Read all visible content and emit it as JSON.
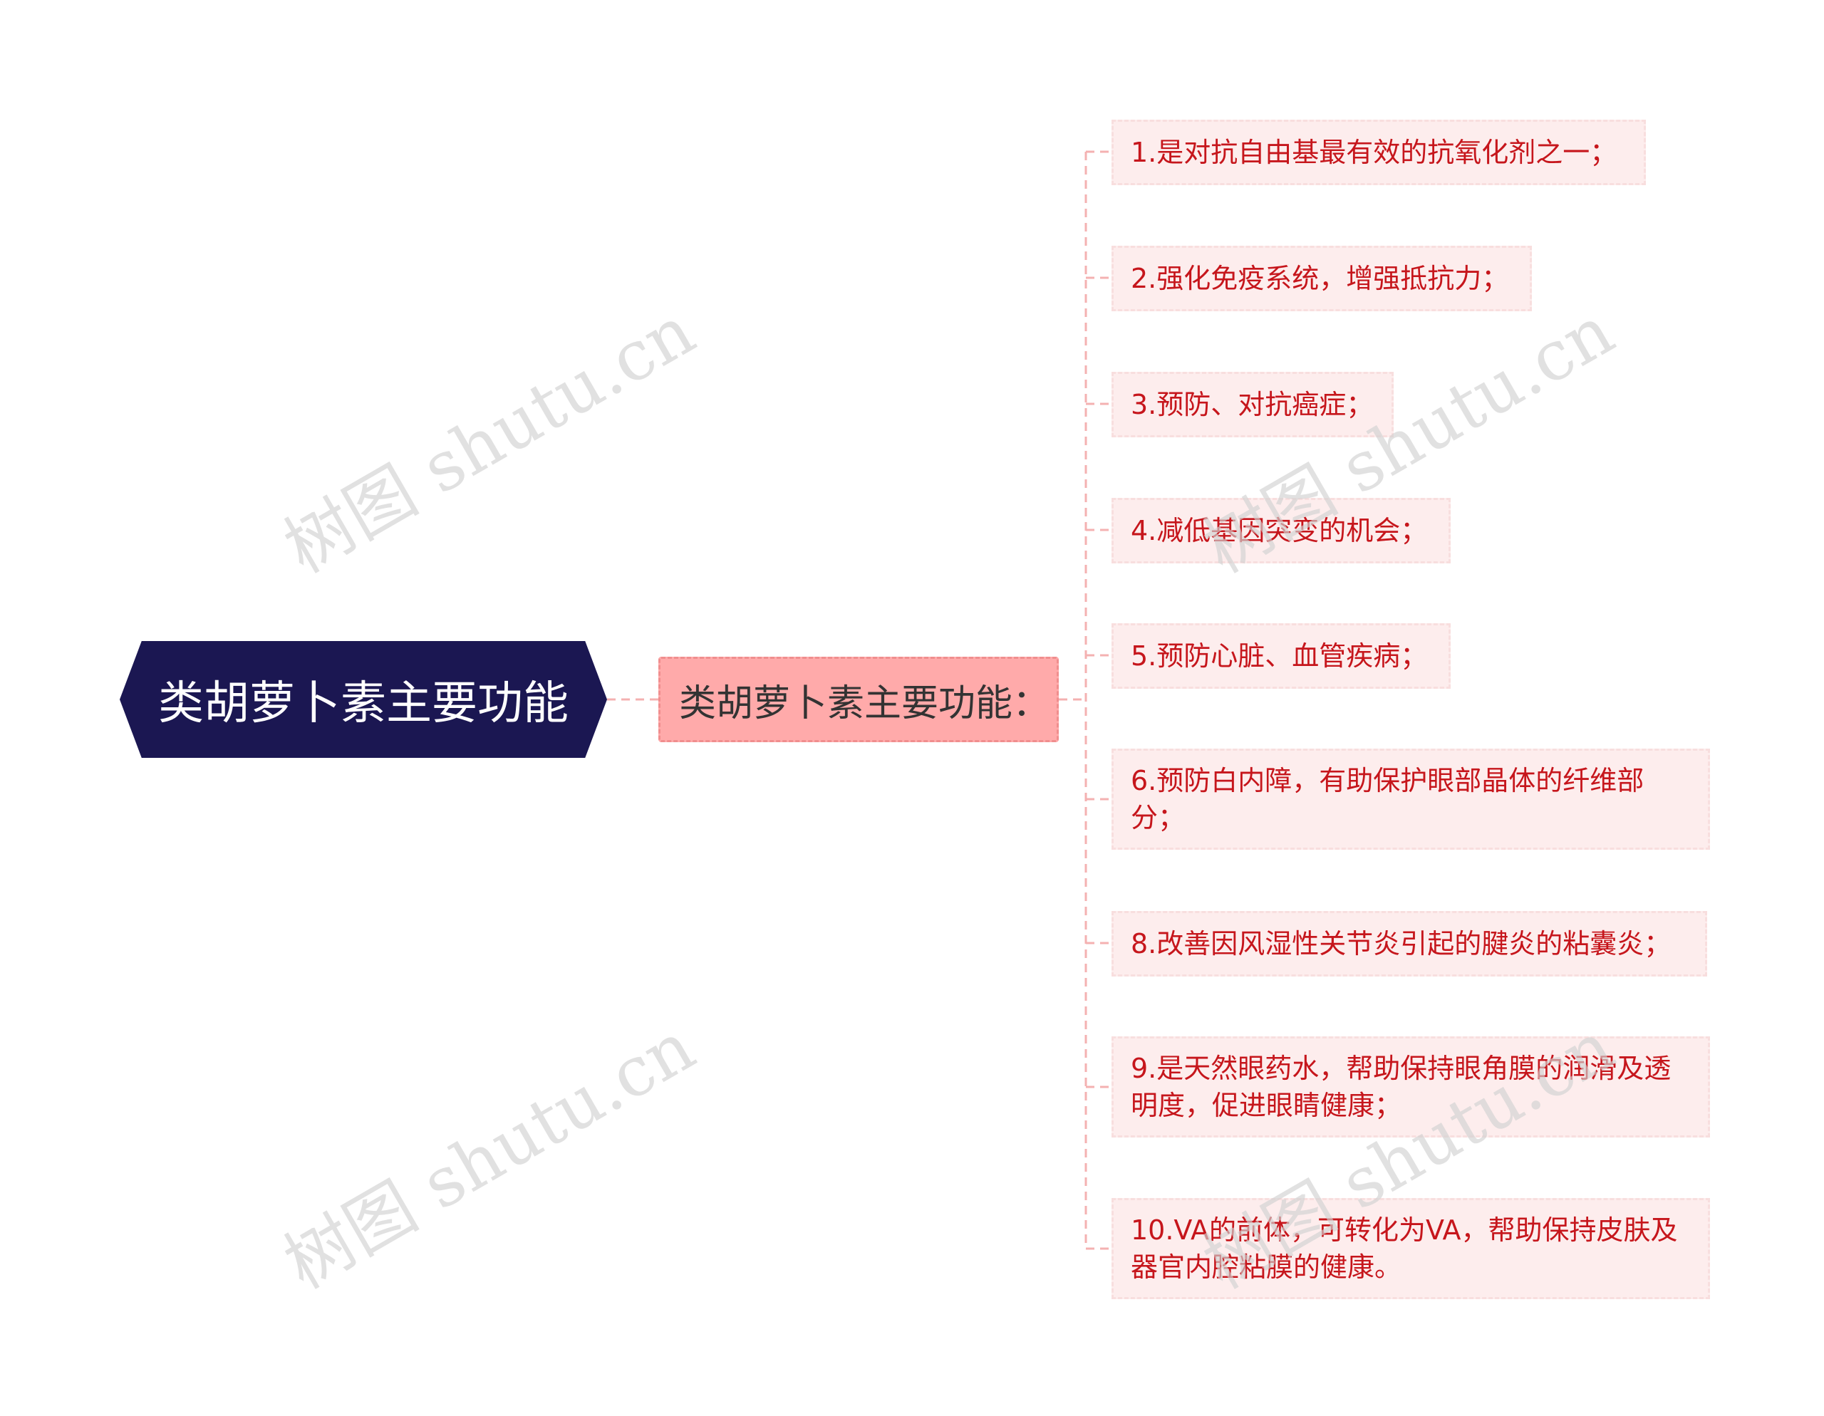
{
  "root": {
    "label": "类胡萝卜素主要功能"
  },
  "branch": {
    "label": "类胡萝卜素主要功能："
  },
  "leaves": [
    "1.是对抗自由基最有效的抗氧化剂之一；",
    "2.强化免疫系统，增强抵抗力；",
    "3.预防、对抗癌症；",
    "4.减低基因突变的机会；",
    "5.预防心脏、血管疾病；",
    "6.预防白内障，有助保护眼部晶体的纤维部分；",
    "8.改善因风湿性关节炎引起的腱炎的粘囊炎；",
    "9.是天然眼药水，帮助保持眼角膜的润滑及透明度，促进眼睛健康；",
    "10.VA的前体，可转化为VA，帮助保持皮肤及器官内腔粘膜的健康。"
  ],
  "watermark": "树图 shutu.cn",
  "colors": {
    "root_bg": "#1b1752",
    "branch_bg": "#ffaaaa",
    "leaf_bg": "#fdeded",
    "leaf_text": "#c6161c",
    "connector": "#f4b1b1"
  }
}
